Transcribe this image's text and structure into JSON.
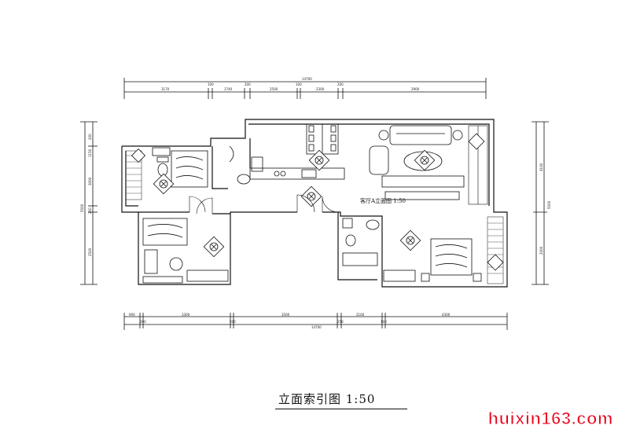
{
  "drawing": {
    "caption": "立面索引图  1:50",
    "room_label": "客厅A立面图 1:50",
    "watermark": "huixin163.com",
    "top_dims": {
      "total": "14700",
      "parts": [
        "3170",
        "100",
        "1740",
        "200",
        "2500",
        "100",
        "2300",
        "200",
        "2900"
      ]
    },
    "bottom_dims": {
      "total": "14700",
      "parts": [
        "900",
        "200",
        "3300",
        "200",
        "3500",
        "250",
        "2100",
        "100",
        "4300"
      ]
    },
    "left_dims": {
      "total": "5500",
      "parts": [
        "200",
        "1150",
        "3000",
        "200",
        "2500"
      ]
    },
    "right_dims": {
      "total": "5500",
      "parts": [
        "4100",
        "2000"
      ]
    }
  }
}
